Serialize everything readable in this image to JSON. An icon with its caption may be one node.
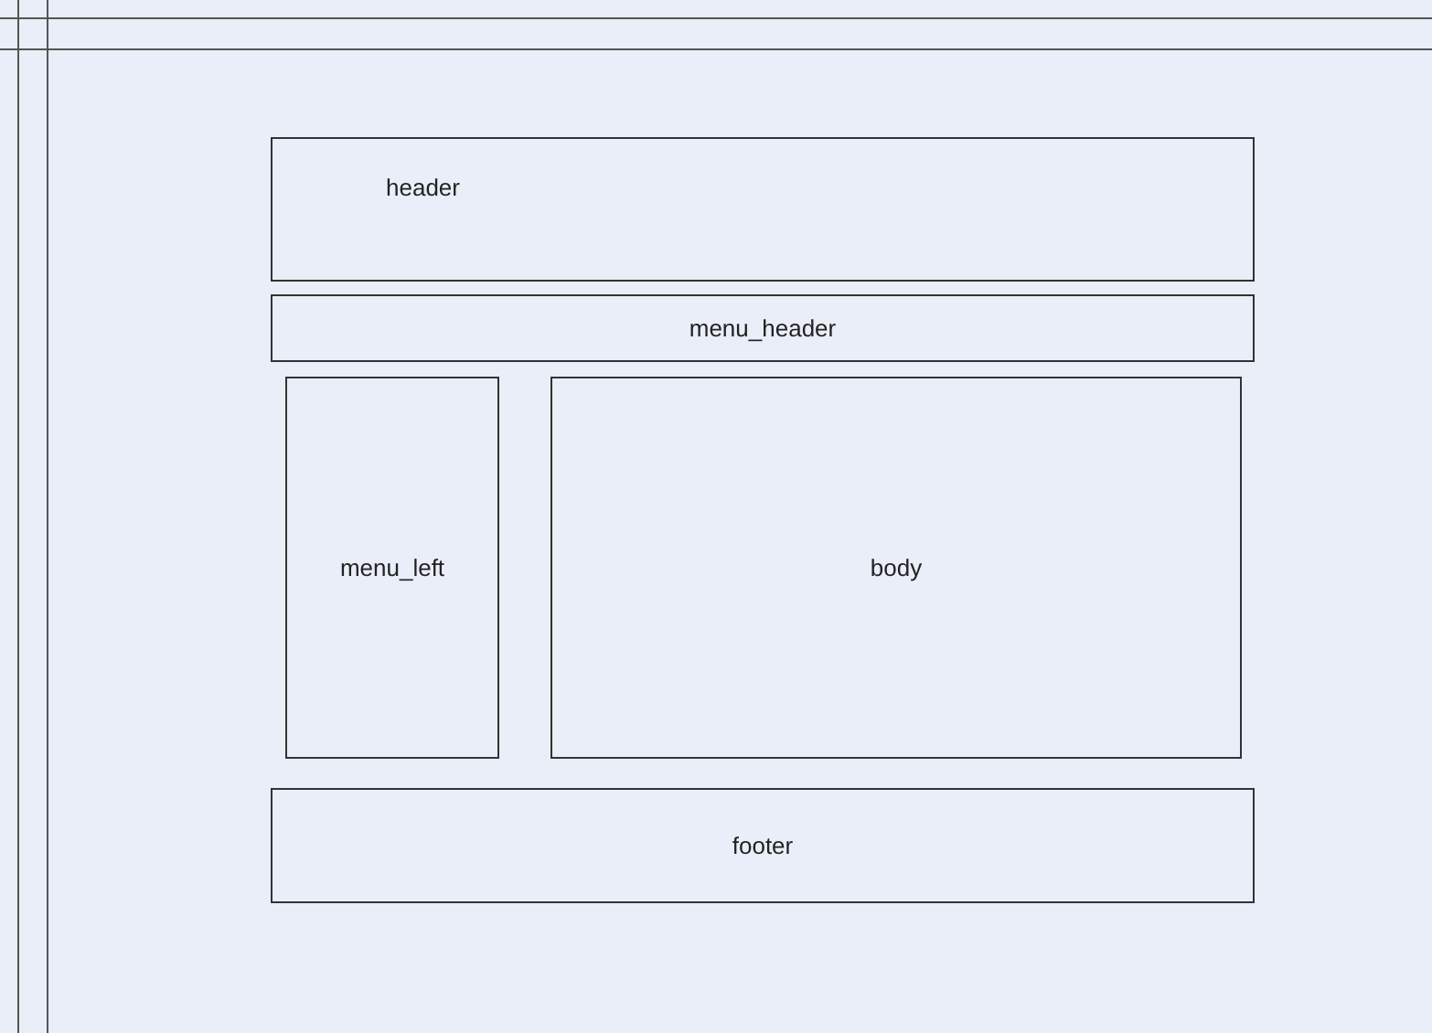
{
  "diagram": {
    "nodes": [
      {
        "text": [
          "header"
        ]
      },
      {
        "text": [
          "menu_header"
        ]
      },
      {
        "text": [
          "menu_left"
        ]
      },
      {
        "text": [
          "body"
        ]
      },
      {
        "text": [
          "footer"
        ]
      }
    ]
  }
}
